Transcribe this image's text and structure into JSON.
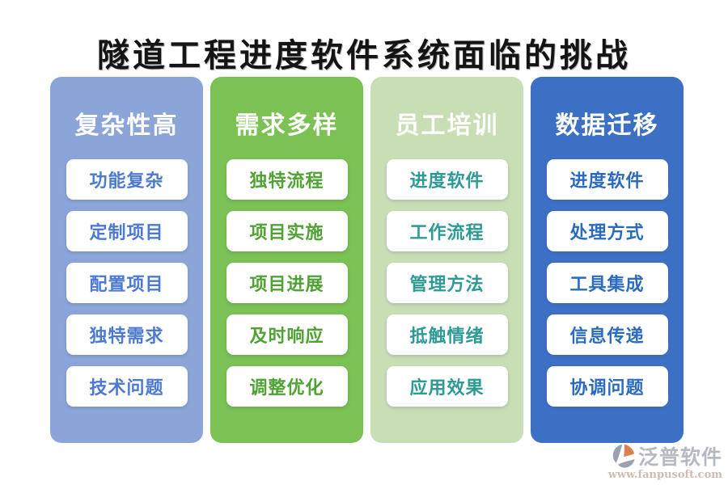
{
  "title": "隧道工程进度软件系统面临的挑战",
  "title_color": "#141414",
  "columns": [
    {
      "header": "复杂性高",
      "bg_color": "#8CA5D9",
      "item_text_color": "#4C7AD2",
      "items": [
        "功能复杂",
        "定制项目",
        "配置项目",
        "独特需求",
        "技术问题"
      ]
    },
    {
      "header": "需求多样",
      "bg_color": "#7CC153",
      "item_text_color": "#4FA233",
      "items": [
        "独特流程",
        "项目实施",
        "项目进展",
        "及时响应",
        "调整优化"
      ]
    },
    {
      "header": "员工培训",
      "bg_color": "#C8DFB6",
      "item_text_color": "#2E9A94",
      "items": [
        "进度软件",
        "工作流程",
        "管理方法",
        "抵触情绪",
        "应用效果"
      ]
    },
    {
      "header": "数据迁移",
      "bg_color": "#3C70C5",
      "item_text_color": "#2A6BBF",
      "items": [
        "进度软件",
        "处理方式",
        "工具集成",
        "信息传递",
        "协调问题"
      ]
    }
  ],
  "footer": {
    "brand": "泛普软件",
    "brand_color": "#B5B9C2",
    "url": "www.fanpusoft.com",
    "url_color": "#CFBBB2",
    "logo_gray": "#9BA1AE",
    "logo_orange": "#DE7F4E"
  }
}
